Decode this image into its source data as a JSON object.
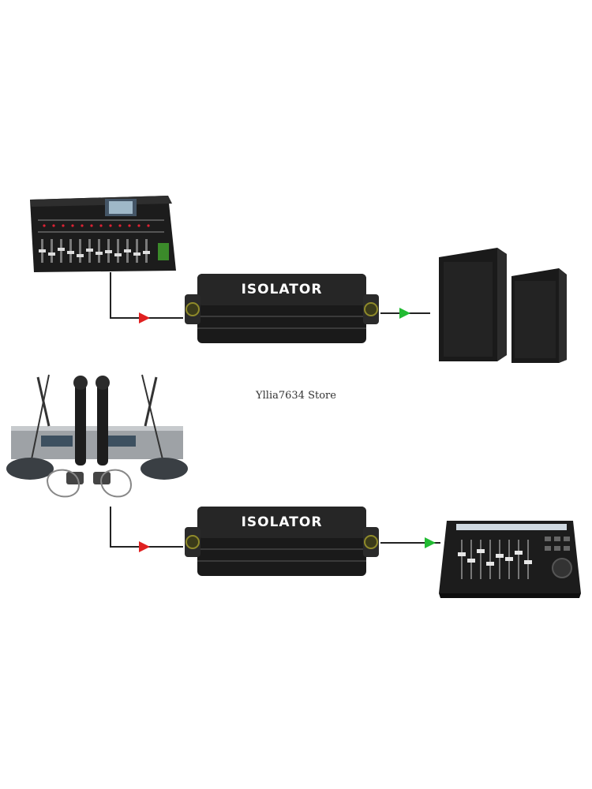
{
  "watermark": "Yllia7634 Store",
  "isolator_label": "ISOLATOR",
  "chains": [
    {
      "source_icon": "digital-mixer-icon",
      "device": "ISOLATOR",
      "destination_icon": "pa-speakers-icon"
    },
    {
      "source_icon": "wireless-microphone-system-icon",
      "device": "ISOLATOR",
      "destination_icon": "control-surface-icon"
    }
  ],
  "colors": {
    "input_arrow": "#e02020",
    "output_arrow": "#22bb33",
    "cable": "#222222",
    "device_body": "#1a1a1a"
  }
}
